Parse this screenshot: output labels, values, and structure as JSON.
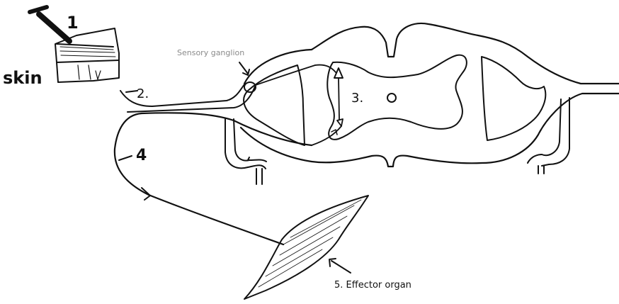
{
  "labels": {
    "pin_number": "1",
    "skin": "skin",
    "sensory_neuron_number": "2.",
    "interneuron_number": "3.",
    "motor_neuron_number": "4",
    "ganglion_label": "Sensory ganglion",
    "effector_label": "5. Effector organ"
  },
  "colors": {
    "ink": "#111111",
    "faint_text": "#8a8a8a",
    "background": "#ffffff"
  },
  "icons": {
    "stimulus": "pin-icon",
    "muscle": "muscle-icon"
  }
}
